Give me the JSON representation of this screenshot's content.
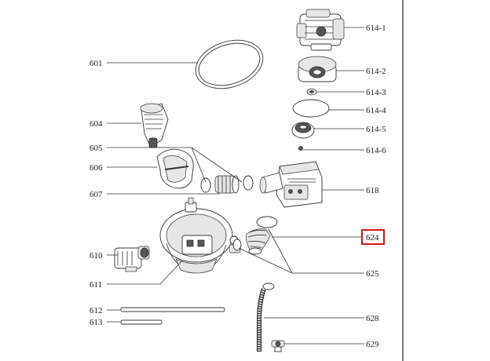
{
  "labels": {
    "p601": "601",
    "p604": "604",
    "p605": "605",
    "p606": "606",
    "p607": "607",
    "p610": "610",
    "p611": "611",
    "p612": "612",
    "p613": "613",
    "p614_1": "614-1",
    "p614_2": "614-2",
    "p614_3": "614-3",
    "p614_4": "614-4",
    "p614_5": "614-5",
    "p614_6": "614-6",
    "p618": "618",
    "p624": "624",
    "p625": "625",
    "p628": "628",
    "p629": "629"
  },
  "highlight": {
    "target": "624",
    "color": "#d01818"
  }
}
